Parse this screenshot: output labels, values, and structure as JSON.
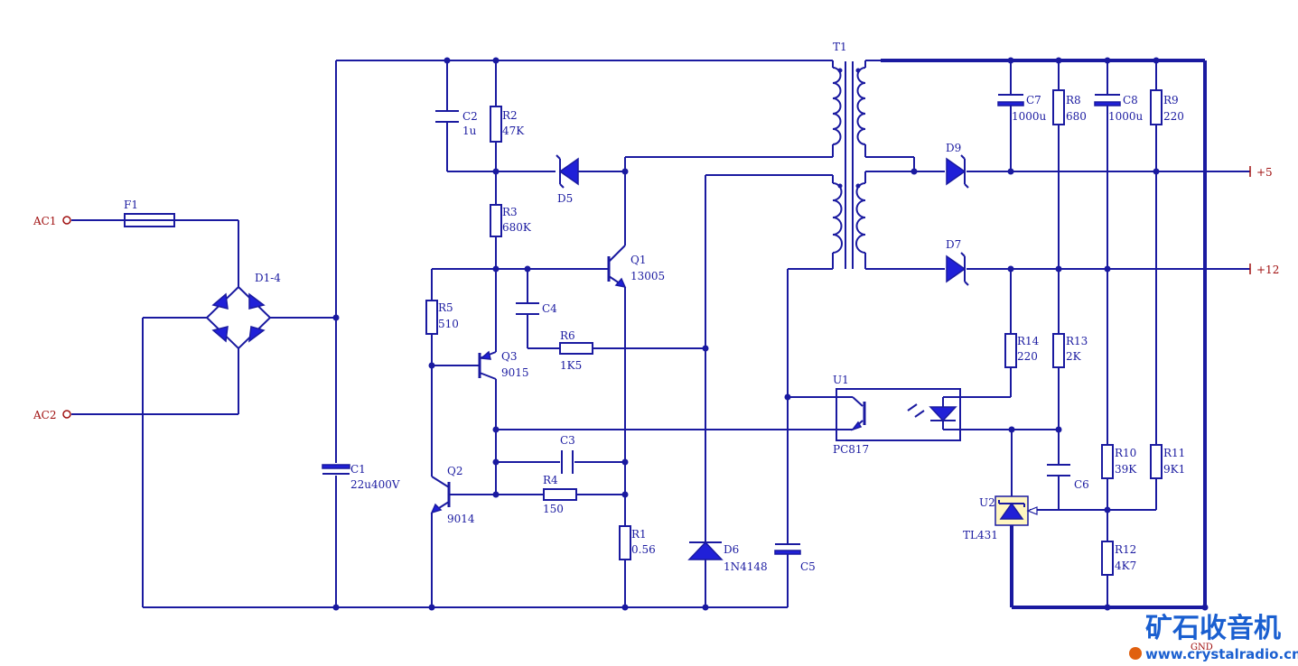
{
  "ports": {
    "ac1": "AC1",
    "ac2": "AC2",
    "plus5": "+5",
    "plus12": "+12",
    "gnd": "GND"
  },
  "components": {
    "F1": {
      "ref": "F1"
    },
    "D14": {
      "ref": "D1-4"
    },
    "C1": {
      "ref": "C1",
      "value": "22u400V"
    },
    "C2": {
      "ref": "C2",
      "value": "1u"
    },
    "R2": {
      "ref": "R2",
      "value": "47K"
    },
    "R3": {
      "ref": "R3",
      "value": "680K"
    },
    "D5": {
      "ref": "D5"
    },
    "R5": {
      "ref": "R5",
      "value": "510"
    },
    "C4": {
      "ref": "C4"
    },
    "R6": {
      "ref": "R6",
      "value": "1K5"
    },
    "Q1": {
      "ref": "Q1",
      "value": "13005"
    },
    "Q3": {
      "ref": "Q3",
      "value": "9015"
    },
    "Q2": {
      "ref": "Q2",
      "value": "9014"
    },
    "C3": {
      "ref": "C3"
    },
    "R4": {
      "ref": "R4",
      "value": "150"
    },
    "R1": {
      "ref": "R1",
      "value": "0.56"
    },
    "D6": {
      "ref": "D6",
      "value": "1N4148"
    },
    "C5": {
      "ref": "C5"
    },
    "T1": {
      "ref": "T1"
    },
    "U1": {
      "ref": "U1",
      "value": "PC817"
    },
    "D9": {
      "ref": "D9"
    },
    "D7": {
      "ref": "D7"
    },
    "C7": {
      "ref": "C7",
      "value": "1000u"
    },
    "R8": {
      "ref": "R8",
      "value": "680"
    },
    "C8": {
      "ref": "C8",
      "value": "1000u"
    },
    "R9": {
      "ref": "R9",
      "value": "220"
    },
    "R14": {
      "ref": "R14",
      "value": "220"
    },
    "R13": {
      "ref": "R13",
      "value": "2K"
    },
    "C6": {
      "ref": "C6"
    },
    "R10": {
      "ref": "R10",
      "value": "39K"
    },
    "R11": {
      "ref": "R11",
      "value": "9K1"
    },
    "R12": {
      "ref": "R12",
      "value": "4K7"
    },
    "U2": {
      "ref": "U2",
      "value": "TL431"
    }
  },
  "watermark": {
    "title": "矿石收音机",
    "url": "www.crystalradio.cn"
  }
}
